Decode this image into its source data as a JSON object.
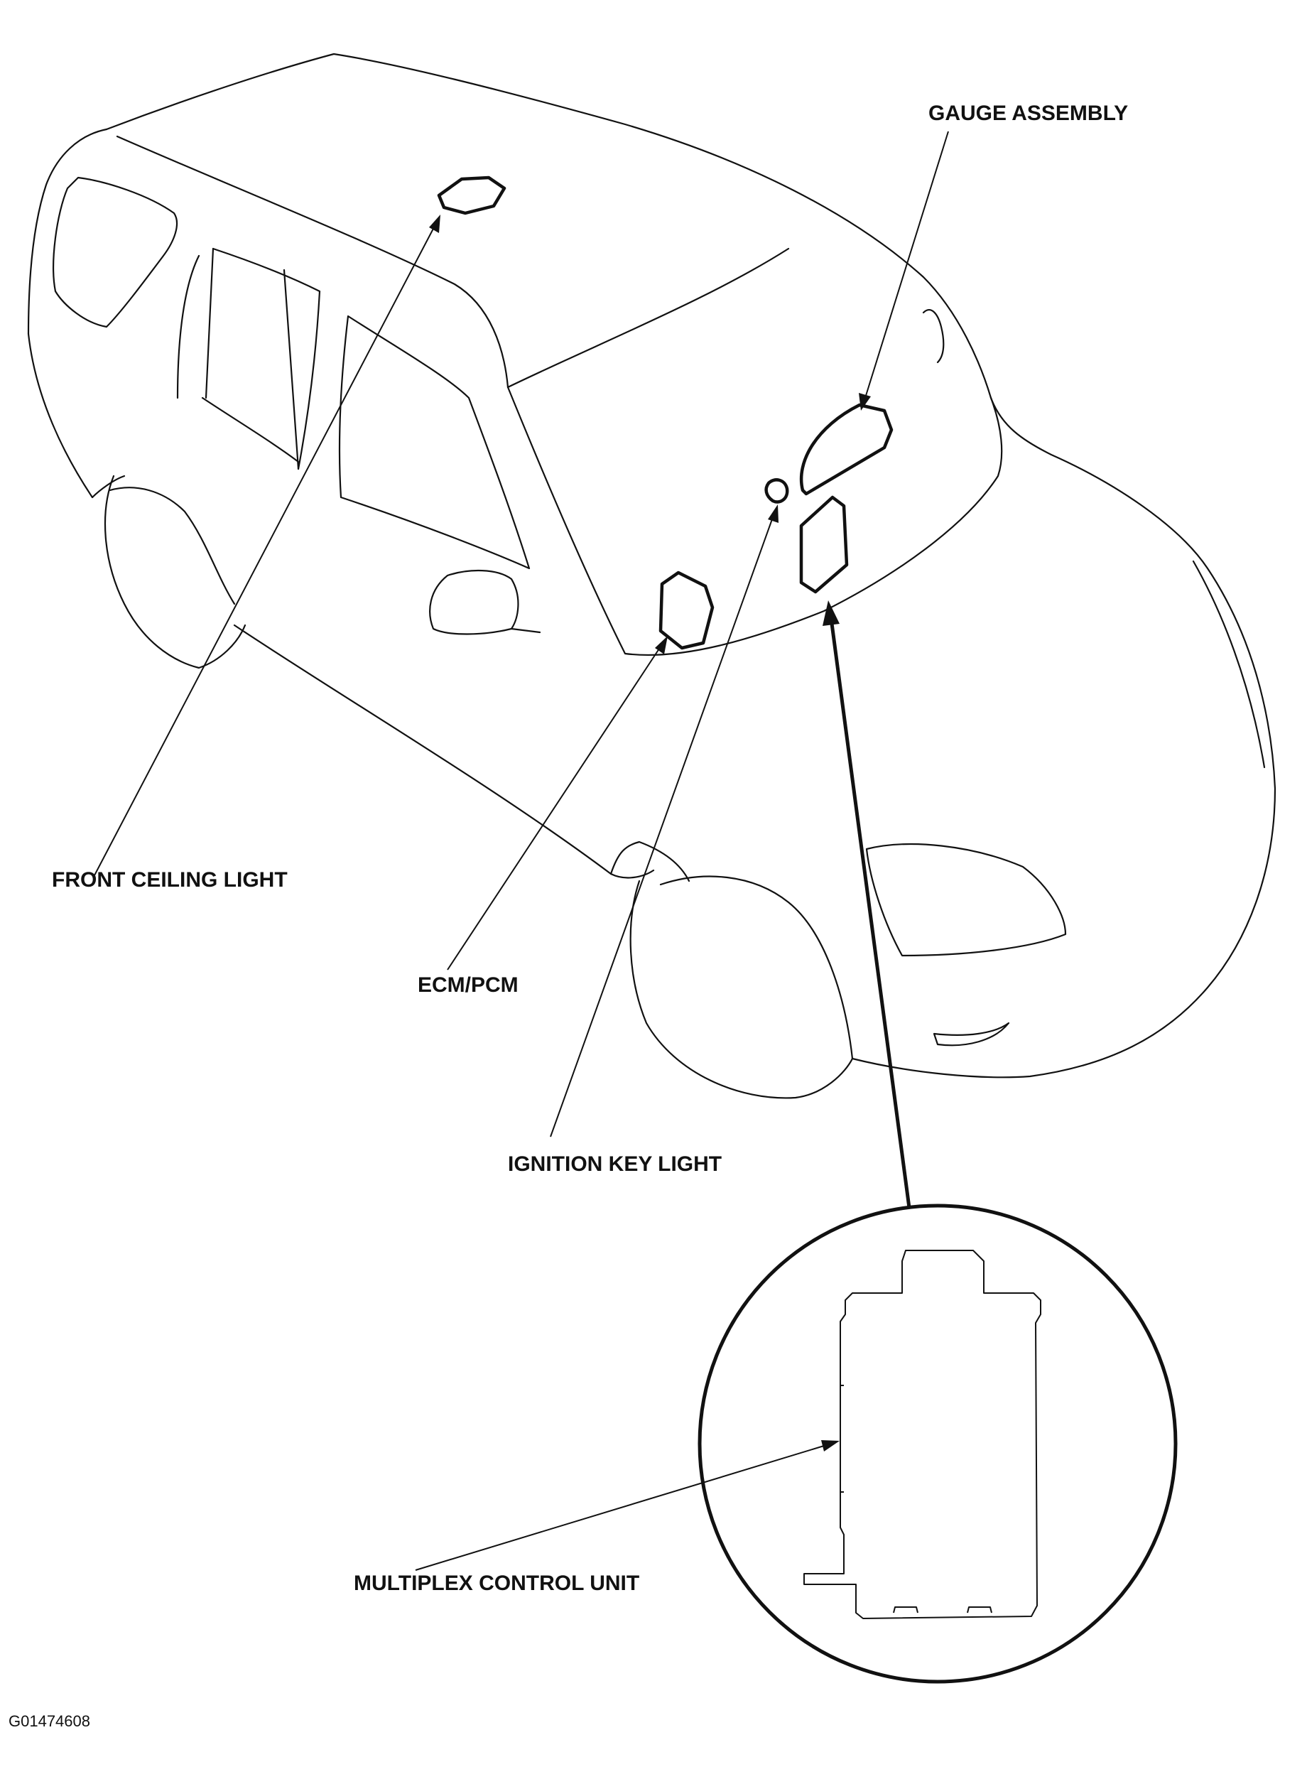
{
  "labels": {
    "gauge_assembly": "GAUGE ASSEMBLY",
    "front_ceiling_light": "FRONT CEILING LIGHT",
    "ecm_pcm": "ECM/PCM",
    "ignition_key_light": "IGNITION KEY LIGHT",
    "multiplex_control_unit": "MULTIPLEX CONTROL UNIT"
  },
  "figure_id": "G01474608",
  "colors": {
    "line": "#111111",
    "background": "#ffffff"
  }
}
